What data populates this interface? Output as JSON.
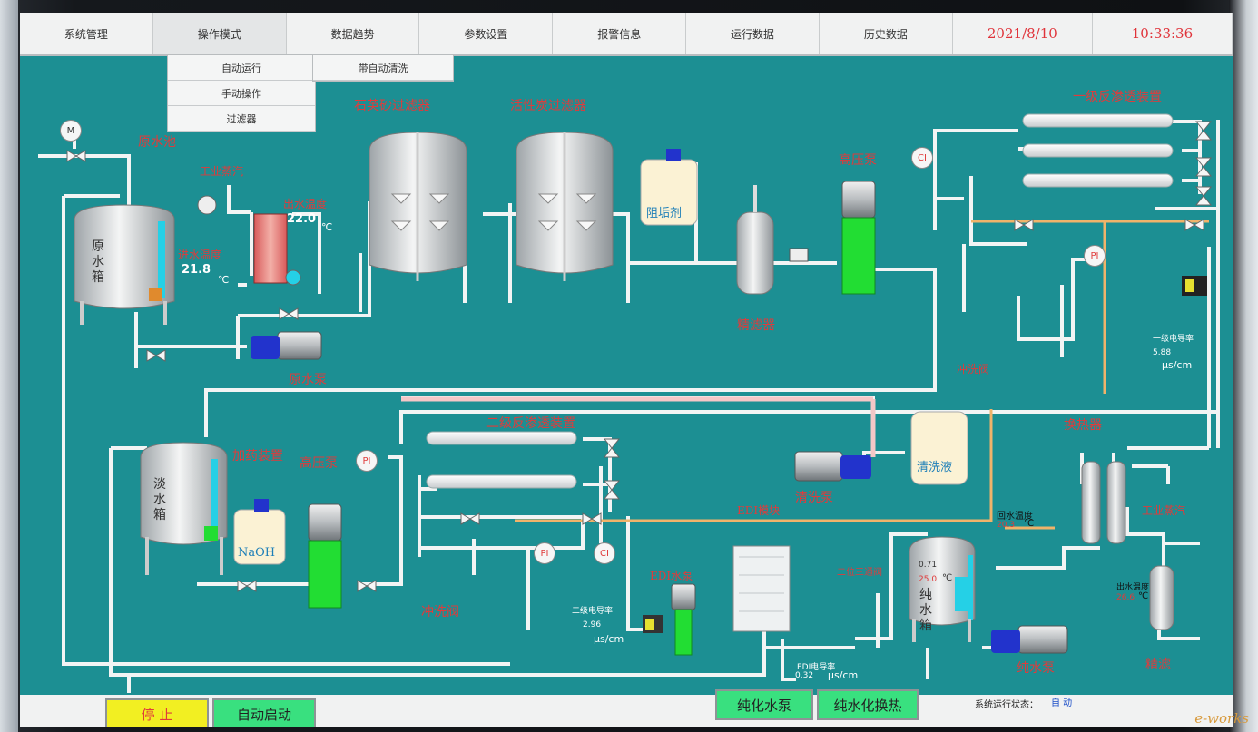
{
  "nav": {
    "tabs": [
      "系统管理",
      "操作模式",
      "数据趋势",
      "参数设置",
      "报警信息",
      "运行数据",
      "历史数据"
    ],
    "date": "2021/8/10",
    "time": "10:33:36"
  },
  "menu_mode": [
    "自动运行",
    "手动操作",
    "过滤器"
  ],
  "menu_trend": [
    "带自动清洗"
  ],
  "labels": {
    "raw_pool": "原水池",
    "industrial_steam": "工业蒸汽",
    "outlet_temp_label": "出水温度",
    "inlet_temp_label": "进水温度",
    "sand_filter": "石英砂过滤器",
    "carbon_filter": "活性炭过滤器",
    "raw_pump": "原水泵",
    "fine_filter": "精滤器",
    "high_pump_1": "高压泵",
    "ro1": "一级反渗透装置",
    "flush_valve_1": "冲洗阀",
    "cond1_label": "一级电导率",
    "ro2": "二级反渗透装置",
    "dosing": "加药装置",
    "high_pump_2": "高压泵",
    "cleaning_pump": "清洗泵",
    "heat_exchanger": "换热器",
    "edi_module": "EDI模块",
    "return_temp_label": "回水温度",
    "industrial_steam_2": "工业蒸汽",
    "flush_valve_2": "冲洗阀",
    "edi_pump": "EDI水泵",
    "cond2_label": "二级电导率",
    "three_way": "二位三通阀",
    "outlet_temp2_label": "出水温度",
    "pure_pump": "纯水泵",
    "fine_filter_2": "精滤",
    "edi_cond_label": "EDI电导率"
  },
  "tanks": {
    "raw": "原水箱",
    "fresh": "淡水箱",
    "pure": "纯水箱",
    "antiscalant": "阻垢剂",
    "naoh": "NaOH",
    "cleaning": "清洗液"
  },
  "values": {
    "outlet_temp": "22.0",
    "inlet_temp": "21.8",
    "deg": "℃",
    "cond1": "5.88",
    "cond2": "2.96",
    "edi_cond": "0.32",
    "unit": "μs/cm",
    "return_temp": "20.3",
    "outlet_temp2": "26.6",
    "pure_level": "0.71",
    "pure_temp": "25.0"
  },
  "instruments": {
    "pi": "PI",
    "ci": "CI",
    "m": "M"
  },
  "bottom": {
    "stop": "停 止",
    "auto_start": "自动启动",
    "pure_pump_btn": "纯化水泵",
    "pure_heat_btn": "纯水化换热",
    "status_label": "系统运行状态：",
    "status_value": "自 动"
  },
  "watermark": "e-works",
  "colors": {
    "background": "#1c8f93",
    "pipe": "#f2f4f4",
    "pipe_hot": "#f4c7c7",
    "pipe_orange": "#f0b36a",
    "pump_green": "#22dd33",
    "label_red": "#e03b3b",
    "pump_blue": "#2233cc"
  }
}
